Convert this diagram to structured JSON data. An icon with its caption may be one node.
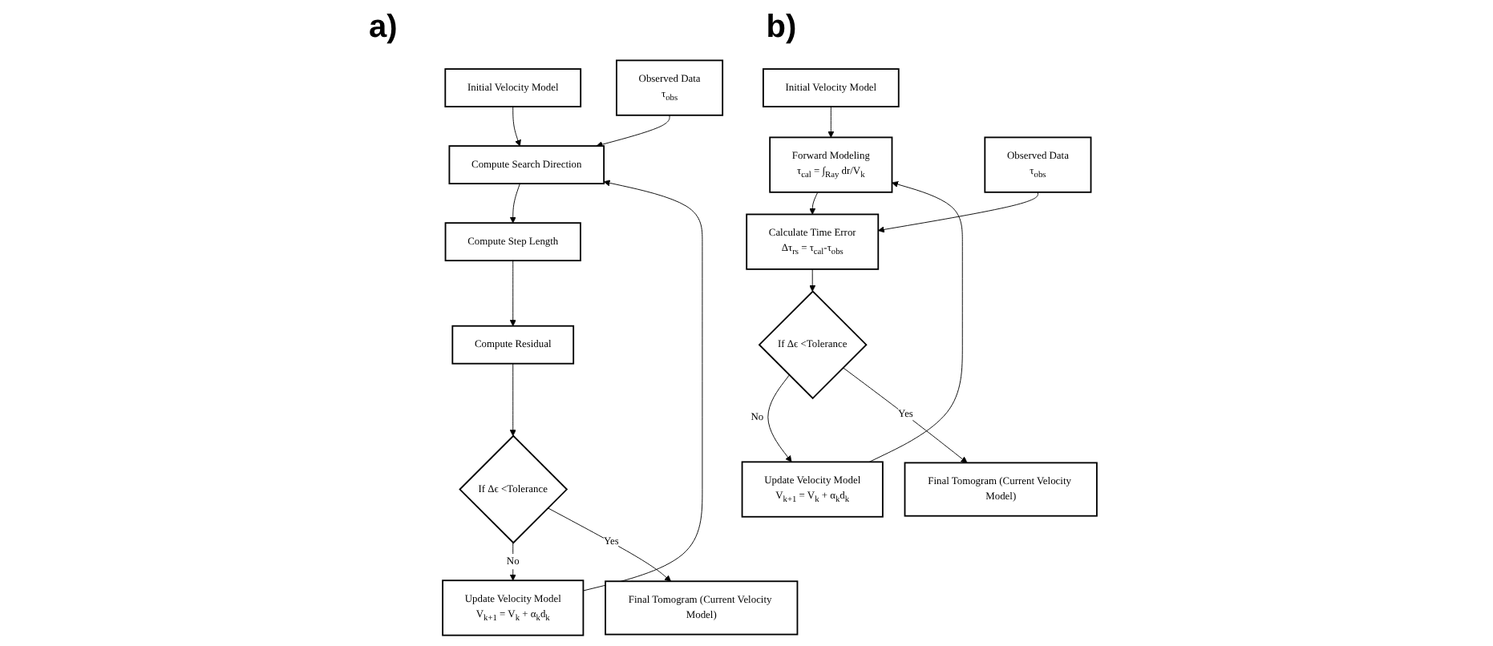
{
  "diagram": {
    "nodes": [
      {
        "text": [
          "Initial Velocity Model"
        ]
      },
      {
        "text": [
          "Compute Search Direction"
        ]
      },
      {
        "text": [
          "Observed Data",
          "τ$_{obs}$"
        ]
      },
      {
        "text": [
          "Update Velocity Model",
          "V$_{k+1}$ = V$_{k}$ + α$_{k}$d$_{k}$"
        ]
      },
      {
        "text": [
          "Compute Step Length"
        ]
      },
      {
        "text": [
          "Compute Residual"
        ]
      },
      {
        "text": [
          "If Δϵ <Tolerance"
        ]
      },
      {
        "text": [
          "Final Tomogram (Current Velocity Model)"
        ]
      },
      {
        "text": [
          "Initial Velocity Model"
        ]
      },
      {
        "text": [
          "Forward Modeling",
          "τ$_{cal}$ = ∫$_{Ray}$ dr/V$_{k}$"
        ]
      },
      {
        "text": [
          "Update Velocity Model",
          "V$_{k+1}$ = V$_{k}$ + α$_{k}$d$_{k}$"
        ]
      },
      {
        "text": [
          "Calculate Time Error",
          "Δτ$_{rs}$ = τ$_{cal}$-τ$_{obs}$"
        ]
      },
      {
        "text": [
          "Observed Data",
          "τ$_{obs}$"
        ]
      },
      {
        "text": [
          "If Δϵ <Tolerance"
        ]
      },
      {
        "text": [
          "Final Tomogram (Current Velocity Model)"
        ]
      }
    ],
    "edges": [
      {
        "from": 0,
        "to": 1,
        "arrow": "to"
      },
      {
        "from": 2,
        "to": 1,
        "arrow": "to"
      },
      {
        "from": 1,
        "to": 4,
        "arrow": "to"
      },
      {
        "from": 4,
        "to": 5,
        "arrow": "to"
      },
      {
        "from": 5,
        "to": 6,
        "arrow": "to"
      },
      {
        "from": 6,
        "to": 3,
        "label": "No",
        "arrow": "to"
      },
      {
        "from": 3,
        "to": 1,
        "arrow": "to"
      },
      {
        "from": 6,
        "to": 7,
        "label": "Yes",
        "arrow": "to"
      },
      {
        "from": 8,
        "to": 9,
        "arrow": "to"
      },
      {
        "from": 9,
        "to": 11,
        "arrow": "to"
      },
      {
        "from": 12,
        "to": 11,
        "arrow": "to"
      },
      {
        "from": 11,
        "to": 13,
        "arrow": "to"
      },
      {
        "from": 13,
        "to": 10,
        "label": "No",
        "arrow": "to"
      },
      {
        "from": 10,
        "to": 9,
        "arrow": "to"
      },
      {
        "from": 13,
        "to": 14,
        "label": "Yes",
        "arrow": "to"
      }
    ],
    "labels": [
      "a)",
      "b)"
    ]
  }
}
